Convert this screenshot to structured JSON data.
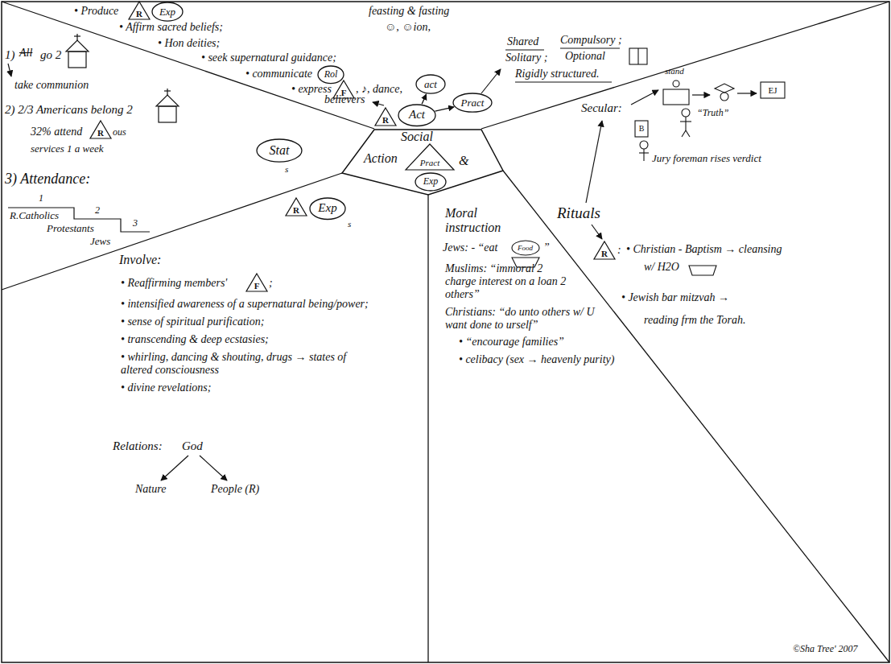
{
  "diagram": {
    "nodes": [
      {
        "text": [
          "Social",
          "Action",
          "&"
        ]
      },
      {
        "text": [
          "Pract"
        ],
        "in": 0
      },
      {
        "text": [
          "Exp"
        ],
        "in": 0
      },
      {
        "text": [
          "Stat"
        ]
      },
      {
        "text": [
          "Act"
        ]
      },
      {
        "text": [
          "act"
        ]
      },
      {
        "text": [
          "Pract"
        ]
      },
      {
        "text": [
          "Exp"
        ]
      },
      {
        "text": [
          "Rol"
        ]
      },
      {
        "text": [
          "Exp"
        ]
      }
    ],
    "edges": [
      {
        "from": 4,
        "to": 5,
        "arrow": "to"
      },
      {
        "from": 4,
        "to": 6,
        "arrow": "to"
      }
    ],
    "labels": [
      "• Produce",
      "R",
      "feasting & fasting",
      "• Affirm sacred beliefs;",
      "☺, ☺ion,",
      "• Hon deities;",
      "• seek supernatural guidance;",
      "• communicate",
      "• express",
      "F",
      ", ♪, dance,",
      "believers",
      "R",
      "Shared",
      "Solitary ;",
      "Compulsory ;",
      "Optional",
      "Rigidly structured.",
      "1)",
      "All",
      "go 2",
      "take communion",
      "2) 2/3 Americans belong 2",
      "32% attend",
      "R",
      "ous",
      "services 1 a week",
      "3) Attendance:",
      "1",
      "R.Catholics",
      "2",
      "Protestants",
      "3",
      "Jews",
      "s",
      "Secular:",
      "stand",
      "EJ",
      "B",
      "“Truth”",
      "Jury foreman rises verdict",
      "Rituals",
      "R",
      ":",
      "• Christian - Baptism → cleansing",
      "w/ H2O",
      "• Jewish bar mitzvah →",
      "reading frm the Torah.",
      "R",
      "s",
      "Involve:",
      "• Reaffirming members'",
      "F",
      ";",
      "• intensified awareness of a supernatural being/power;",
      "• sense of spiritual purification;",
      "• transcending & deep ecstasies;",
      "• whirling, dancing & shouting, drugs → states of altered consciousness",
      "• divine revelations;",
      "Relations:",
      "God",
      "Nature",
      "People (R)",
      "Moral instruction",
      "Jews: - “eat",
      "Food",
      "”",
      "Muslims: “immoral 2 charge interest on a loan 2 others”",
      "Christians: “do unto others w/ U want done to urself”",
      "• “encourage families”",
      "• celibacy (sex → heavenly purity)",
      "©Sha Tree' 2007"
    ]
  }
}
